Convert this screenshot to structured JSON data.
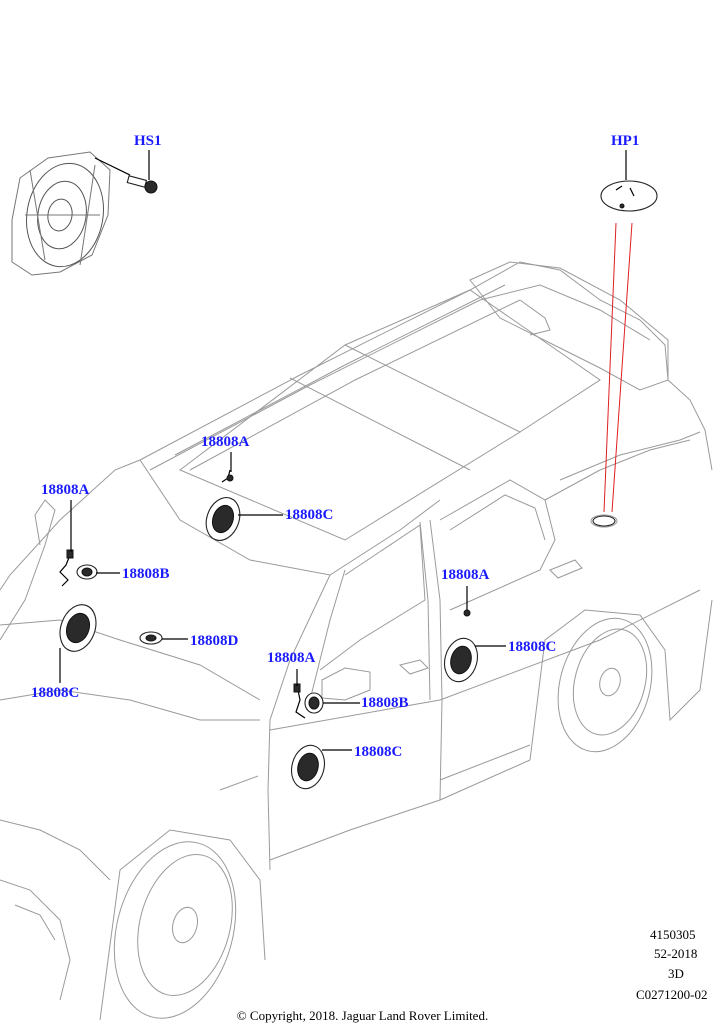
{
  "callouts": {
    "hs1": "HS1",
    "hp1": "HP1",
    "a_rear_top": "18808A",
    "c_rear_top": "18808C",
    "a_front_left": "18808A",
    "b_front_left": "18808B",
    "c_front_left": "18808C",
    "d_center": "18808D",
    "a_rear_door": "18808A",
    "c_rear_door": "18808C",
    "a_front_door": "18808A",
    "b_front_door": "18808B",
    "c_front_door": "18808C"
  },
  "meta": {
    "line1": "4150305",
    "line2": "52-2018",
    "line3": "3D",
    "line4": "C0271200-02"
  },
  "copyright": "© Copyright, 2018. Jaguar Land Rover Limited.",
  "colors": {
    "callout": "#1a1aff",
    "car_outline": "#9a9a9a",
    "leader_red": "#e02020"
  }
}
